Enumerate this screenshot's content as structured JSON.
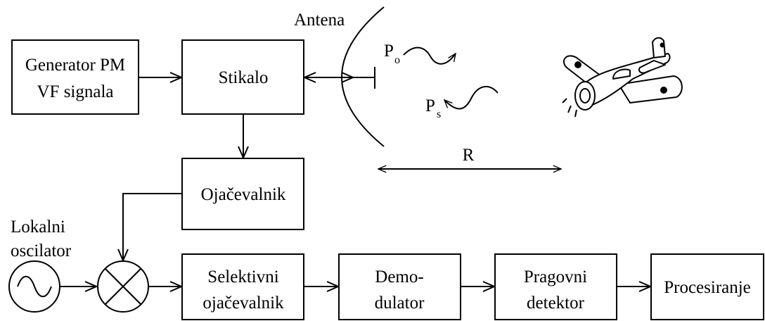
{
  "blocks": {
    "generator": {
      "line1": "Generator PM",
      "line2": "VF signala"
    },
    "switch": {
      "label": "Stikalo"
    },
    "amplifier": {
      "label": "Ojačevalnik"
    },
    "selective_amp": {
      "line1": "Selektivni",
      "line2": "ojačevalnik"
    },
    "demodulator": {
      "line1": "Demo-",
      "line2": "dulator"
    },
    "threshold": {
      "line1": "Pragovni",
      "line2": "detektor"
    },
    "processing": {
      "label": "Procesiranje"
    }
  },
  "labels": {
    "antenna": "Antena",
    "oscillator_line1": "Lokalni",
    "oscillator_line2": "oscilator",
    "po_main": "P",
    "po_sub": "o",
    "ps_main": "P",
    "ps_sub": "s",
    "range": "R"
  }
}
